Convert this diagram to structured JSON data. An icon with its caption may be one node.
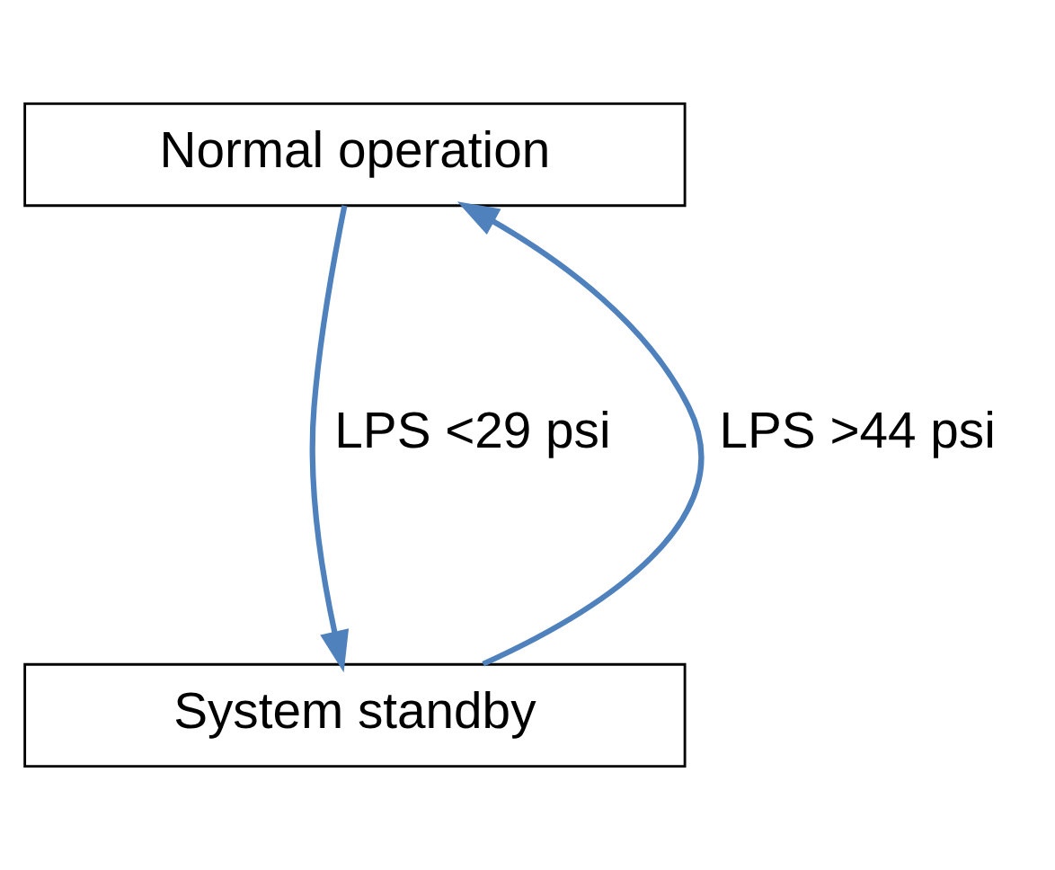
{
  "diagram": {
    "nodes": [
      {
        "text": [
          "Normal operation"
        ]
      },
      {
        "text": [
          "System standby"
        ]
      }
    ],
    "edges": [
      {
        "from": 0,
        "to": 1,
        "arrow": "to",
        "label": "LPS <29 psi"
      },
      {
        "from": 1,
        "to": 0,
        "arrow": "to",
        "label": "LPS >44 psi"
      }
    ]
  }
}
